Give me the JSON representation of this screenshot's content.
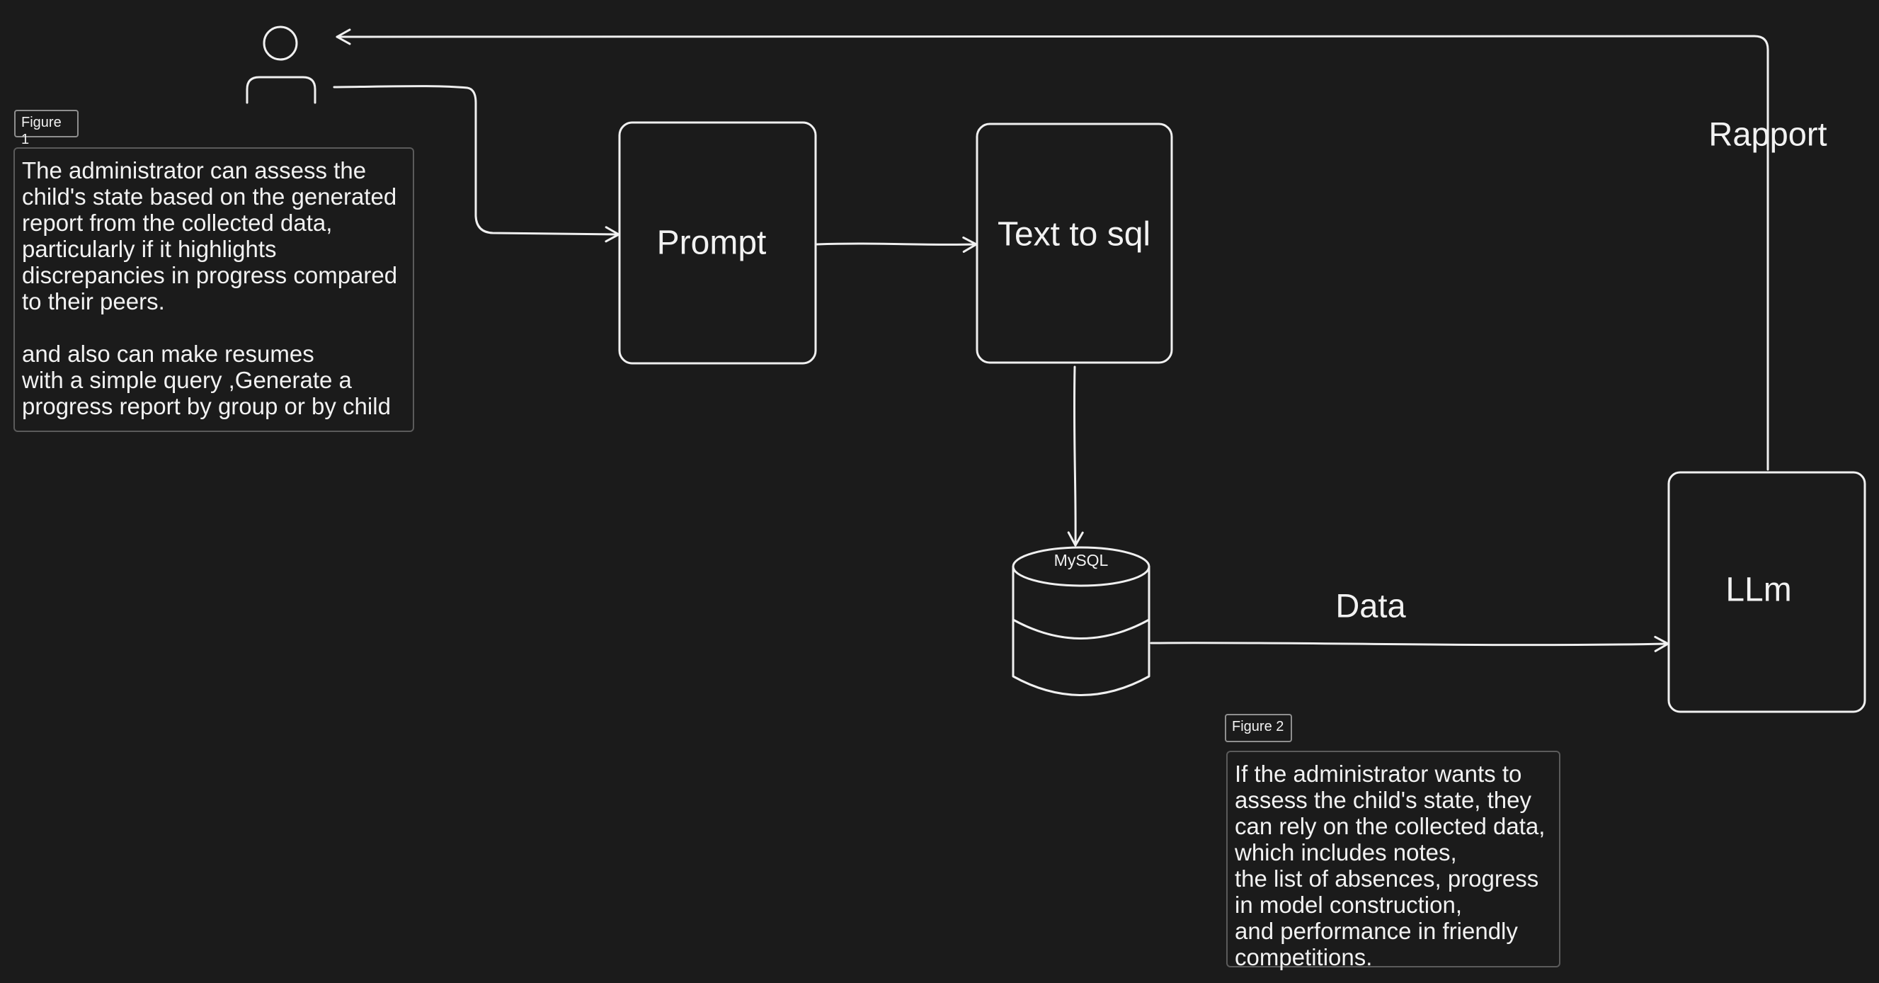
{
  "diagram": {
    "nodes": {
      "prompt": "Prompt",
      "text_to_sql": "Text to sql",
      "database": "MySQL",
      "llm": "LLm"
    },
    "edges": {
      "data_label": "Data",
      "rapport_label": "Rapport"
    },
    "figures": {
      "figure1": {
        "tag": "Figure 1",
        "text": "The administrator can assess the\nchild's state based on the generated\nreport from the collected data,\nparticularly if it highlights\ndiscrepancies in progress compared\nto their peers.\n\nand also can make resumes\nwith a simple query  ,Generate a\nprogress report by group or by child"
      },
      "figure2": {
        "tag": "Figure 2",
        "text": "If the administrator wants to\nassess the child's state, they\ncan rely on the collected data,\nwhich includes notes,\nthe list of absences, progress\nin model construction,\nand performance in friendly\n competitions."
      }
    },
    "style": {
      "background": "#1b1b1b",
      "stroke": "#f0f0f0",
      "text": "#f2f2f2"
    }
  }
}
